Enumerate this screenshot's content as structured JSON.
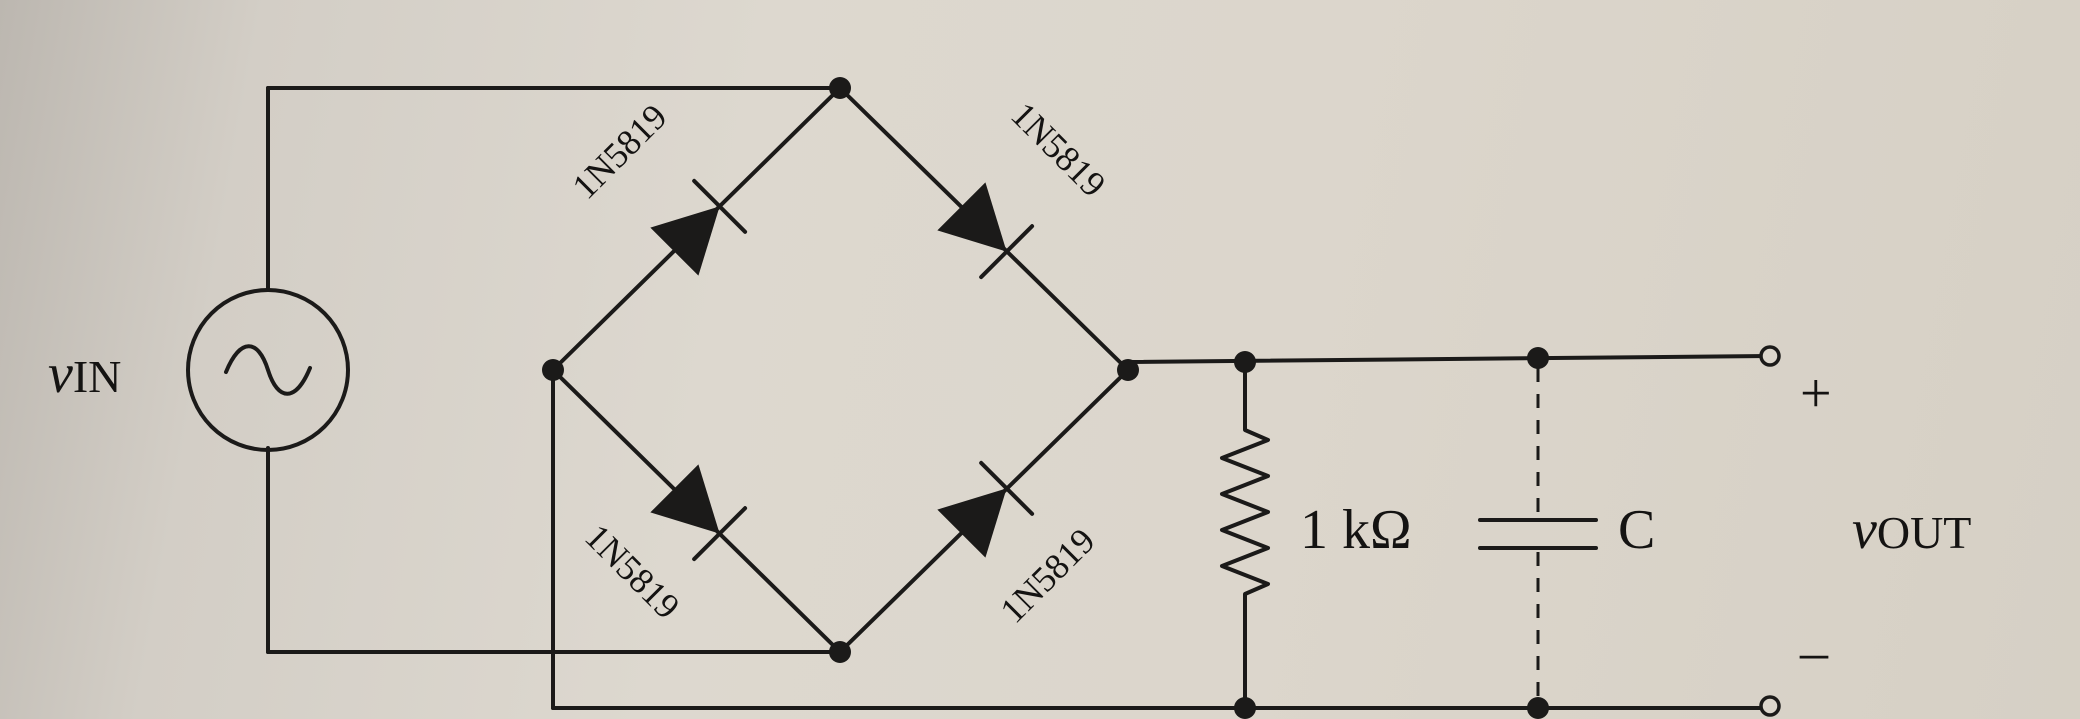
{
  "source": {
    "label_main": "v",
    "label_sub": "IN"
  },
  "diodes": [
    {
      "id": "d1",
      "part": "1N5819"
    },
    {
      "id": "d2",
      "part": "1N5819"
    },
    {
      "id": "d3",
      "part": "1N5819"
    },
    {
      "id": "d4",
      "part": "1N5819"
    }
  ],
  "resistor": {
    "value": "1 kΩ"
  },
  "capacitor": {
    "label": "C"
  },
  "output": {
    "label_main": "v",
    "label_sub": "OUT",
    "plus": "+",
    "minus": "–"
  },
  "colors": {
    "ink": "#1b1a19",
    "paper": "#dcd6cc"
  }
}
